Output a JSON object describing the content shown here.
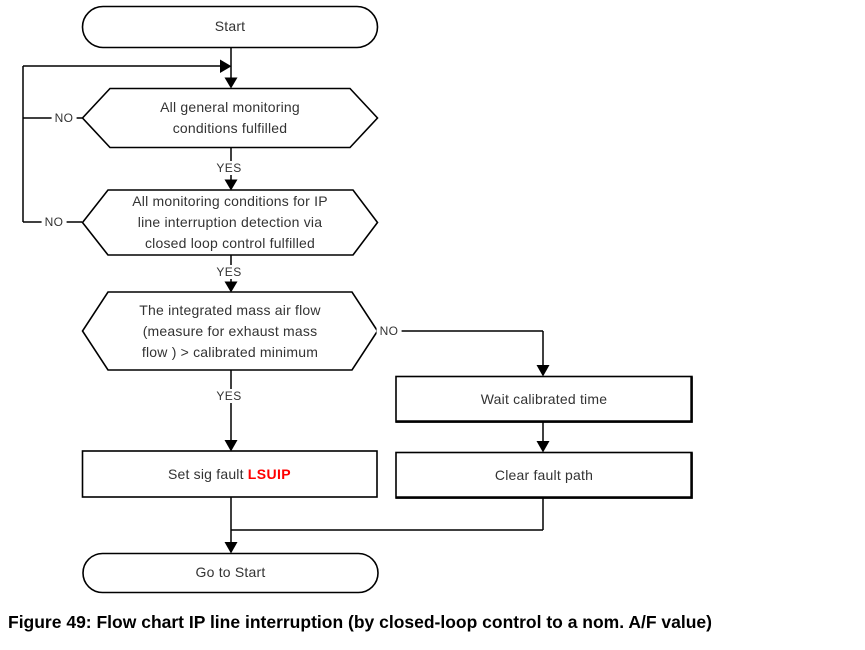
{
  "figure": {
    "caption": "Figure 49: Flow chart IP line interruption (by closed-loop control to a nom. A/F value)"
  },
  "labels": {
    "yes": "YES",
    "no": "NO"
  },
  "nodes": {
    "start": {
      "label": "Start"
    },
    "decision_general": {
      "line1": "All general monitoring",
      "line2": "conditions fulfilled"
    },
    "decision_ip": {
      "line1": "All monitoring conditions for IP",
      "line2": "line interruption detection via",
      "line3": "closed loop control fulfilled"
    },
    "decision_airflow": {
      "line1": "The integrated mass air flow",
      "line2": "(measure for exhaust mass",
      "line3": "flow ) > calibrated minimum"
    },
    "set_fault": {
      "prefix": "Set sig fault ",
      "code": "LSUIP"
    },
    "wait": {
      "label": "Wait calibrated time"
    },
    "clear": {
      "label": "Clear fault path"
    },
    "goto_start": {
      "label": "Go to Start"
    }
  },
  "colors": {
    "stroke": "#000000",
    "text": "#333333",
    "fault_code": "#ff0000",
    "background": "#ffffff"
  }
}
